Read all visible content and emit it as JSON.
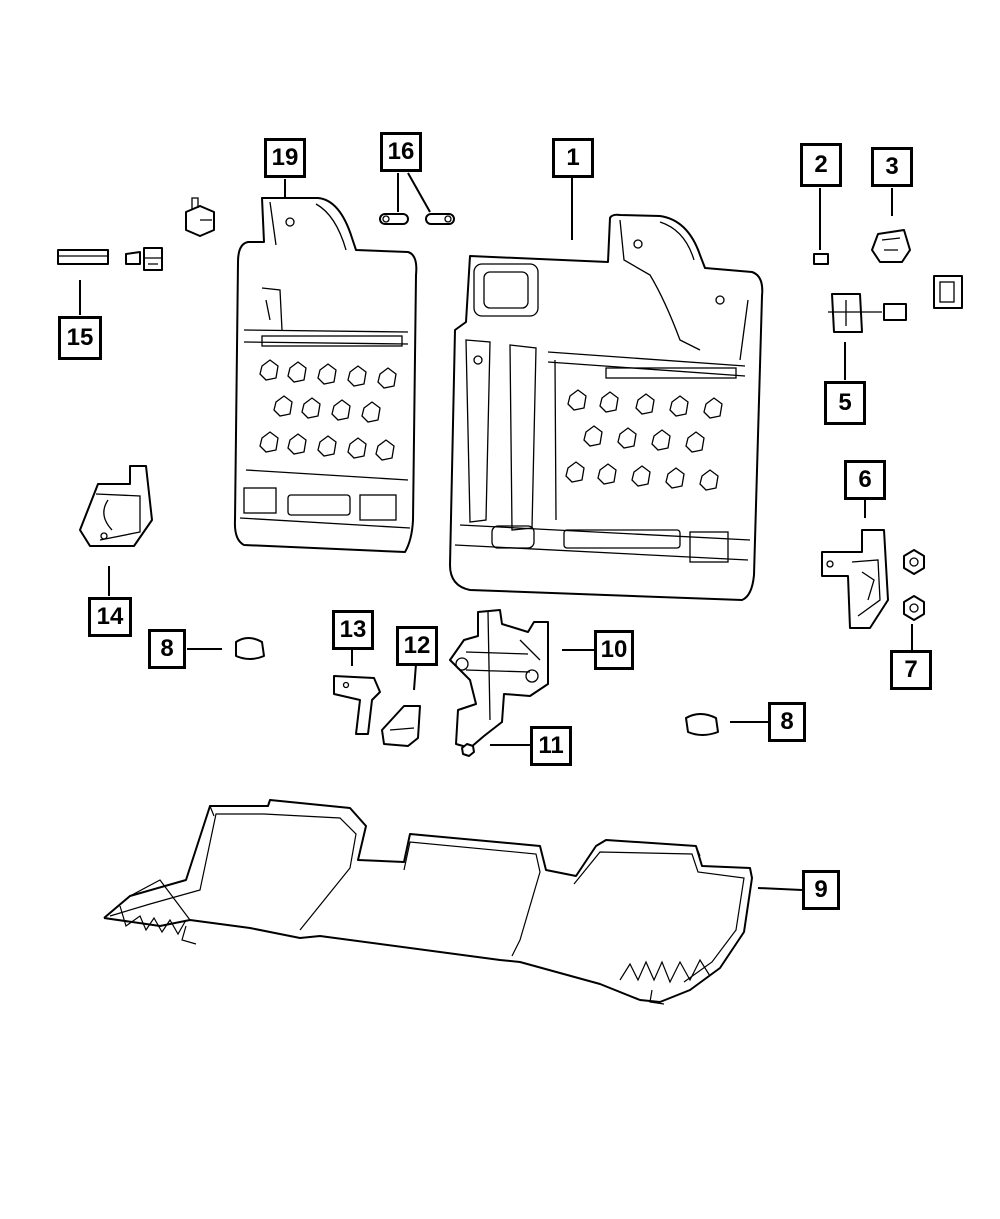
{
  "diagram": {
    "callouts": [
      {
        "key": "c19",
        "label": "19"
      },
      {
        "key": "c16",
        "label": "16"
      },
      {
        "key": "c1",
        "label": "1"
      },
      {
        "key": "c2",
        "label": "2"
      },
      {
        "key": "c3",
        "label": "3"
      },
      {
        "key": "c15",
        "label": "15"
      },
      {
        "key": "c5",
        "label": "5"
      },
      {
        "key": "c6",
        "label": "6"
      },
      {
        "key": "c14",
        "label": "14"
      },
      {
        "key": "c8a",
        "label": "8"
      },
      {
        "key": "c13",
        "label": "13"
      },
      {
        "key": "c12",
        "label": "12"
      },
      {
        "key": "c10",
        "label": "10"
      },
      {
        "key": "c7",
        "label": "7"
      },
      {
        "key": "c8b",
        "label": "8"
      },
      {
        "key": "c11",
        "label": "11"
      },
      {
        "key": "c9",
        "label": "9"
      }
    ]
  }
}
